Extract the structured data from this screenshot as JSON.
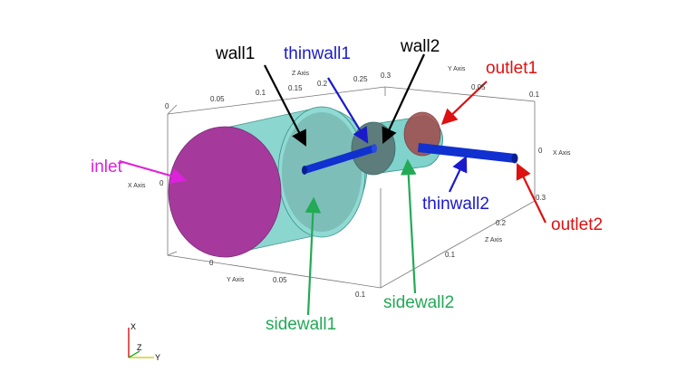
{
  "labels": {
    "wall1": "wall1",
    "wall2": "wall2",
    "thinwall1": "thinwall1",
    "thinwall2": "thinwall2",
    "outlet1": "outlet1",
    "outlet2": "outlet2",
    "inlet": "inlet",
    "sidewall1": "sidewall1",
    "sidewall2": "sidewall2"
  },
  "colors": {
    "wall": "#000000",
    "thinwall": "#1a1acc",
    "outlet": "#dd1111",
    "inlet": "#dd22dd",
    "sidewall": "#22aa55",
    "cylinder_fill": "#7fd3cc",
    "inlet_face": "#a53a9c",
    "thin_tube": "#1030d0",
    "outlet_face": "#a05050"
  },
  "axes": {
    "z_axis_title": "Z Axis",
    "y_axis_title": "Y Axis",
    "x_axis_title": "X Axis",
    "top_z_ticks": [
      "0",
      "0.05",
      "0.1",
      "0.15",
      "0.2",
      "0.25",
      "0.3"
    ],
    "top_y_ticks": [
      "0.05",
      "0.1"
    ],
    "right_x_tick": "0",
    "left_x_tick": "0",
    "bottom_y_ticks": [
      "0",
      "0.05",
      "0.1"
    ],
    "right_z_ticks": [
      "0.1",
      "0.2",
      "0.3"
    ]
  },
  "orientation": {
    "x": "X",
    "y": "Y",
    "z": "Z"
  }
}
